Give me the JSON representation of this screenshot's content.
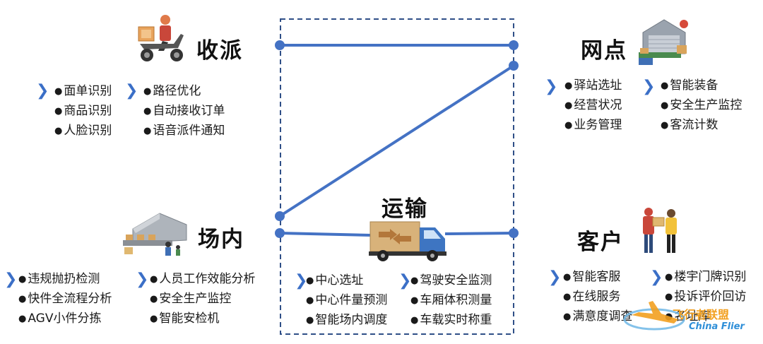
{
  "nodes": {
    "pickup": {
      "title": "收派",
      "groups": [
        [
          "面单识别",
          "商品识别",
          "人脸识别"
        ],
        [
          "路径优化",
          "自动接收订单",
          "语音派件通知"
        ]
      ]
    },
    "outlet": {
      "title": "网点",
      "groups": [
        [
          "驿站选址",
          "经营状况",
          "业务管理"
        ],
        [
          "智能装备",
          "安全生产监控",
          "客流计数"
        ]
      ]
    },
    "site": {
      "title": "场内",
      "groups": [
        [
          "违规抛扔检测",
          "快件全流程分析",
          "AGV小件分拣"
        ],
        [
          "人员工作效能分析",
          "安全生产监控",
          "智能安检机"
        ]
      ]
    },
    "transport": {
      "title": "运输",
      "groups": [
        [
          "中心选址",
          "中心件量预测",
          "智能场内调度"
        ],
        [
          "驾驶安全监测",
          "车厢体积测量",
          "车载实时称重"
        ]
      ]
    },
    "customer": {
      "title": "客户",
      "groups": [
        [
          "智能客服",
          "在线服务",
          "满意度调查"
        ],
        [
          "楼宇门牌识别",
          "投诉评价回访",
          "名址库"
        ]
      ]
    }
  },
  "watermark": {
    "cn": "飞行者联盟",
    "en": "China Flier"
  },
  "icons": {
    "pickup": "courier-scooter-icon",
    "outlet": "warehouse-conveyor-icon",
    "site": "sorting-hall-icon",
    "transport": "delivery-truck-icon",
    "customer": "customer-parcel-icon",
    "bullet_chevron": "chevron-right-icon"
  },
  "colors": {
    "connector": "#4472c4",
    "dashed_box": "#2f4f87",
    "chevron": "#3b6fc7"
  }
}
